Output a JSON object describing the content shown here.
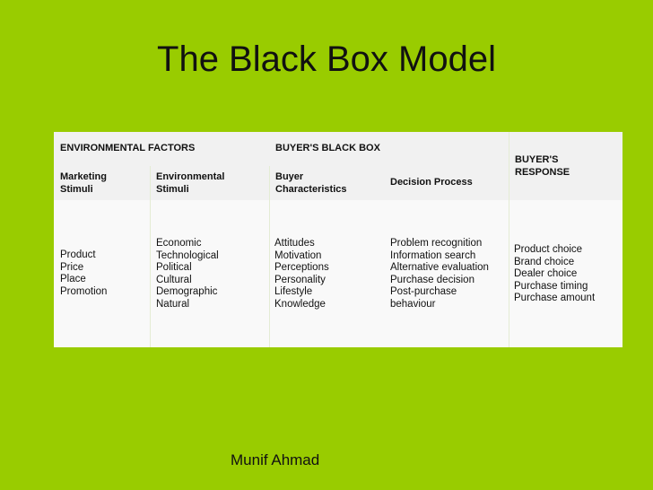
{
  "title": "The Black Box Model",
  "author": "Munif Ahmad",
  "table": {
    "groups": {
      "environmental": "ENVIRONMENTAL FACTORS",
      "black_box": "BUYER'S BLACK BOX",
      "response": "BUYER'S RESPONSE"
    },
    "columns": {
      "marketing": "Marketing Stimuli",
      "environmental": "Environmental Stimuli",
      "buyer": "Buyer Characteristics",
      "decision": "Decision Process"
    },
    "body": {
      "marketing": [
        "Product",
        "Price",
        "Place",
        "Promotion"
      ],
      "environmental": [
        "Economic",
        "Technological",
        "Political",
        "Cultural",
        "Demographic",
        "Natural"
      ],
      "buyer": [
        "Attitudes",
        "Motivation",
        "Perceptions",
        "Personality",
        "Lifestyle",
        "Knowledge"
      ],
      "decision": [
        "Problem recognition",
        "Information search",
        "Alternative evaluation",
        "Purchase decision",
        "Post-purchase",
        "behaviour"
      ],
      "response": [
        "Product choice",
        "Brand choice",
        "Dealer choice",
        "Purchase timing",
        "Purchase amount"
      ]
    }
  }
}
